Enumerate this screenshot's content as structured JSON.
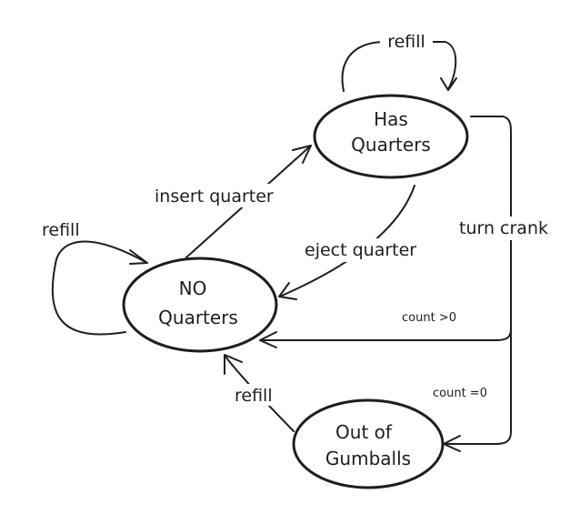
{
  "states": {
    "has_quarters": [
      "Has",
      "Quarters"
    ],
    "no_quarters": [
      "NO",
      "Quarters"
    ],
    "out_of_gumballs": [
      "Out of",
      "Gumballs"
    ]
  },
  "transitions": {
    "refill_has": "refill",
    "refill_no": "refill",
    "refill_out": "refill",
    "insert_quarter": "insert quarter",
    "eject_quarter": "eject quarter",
    "turn_crank": "turn crank",
    "count_gt0": "count >0",
    "count_eq0": "count =0"
  }
}
